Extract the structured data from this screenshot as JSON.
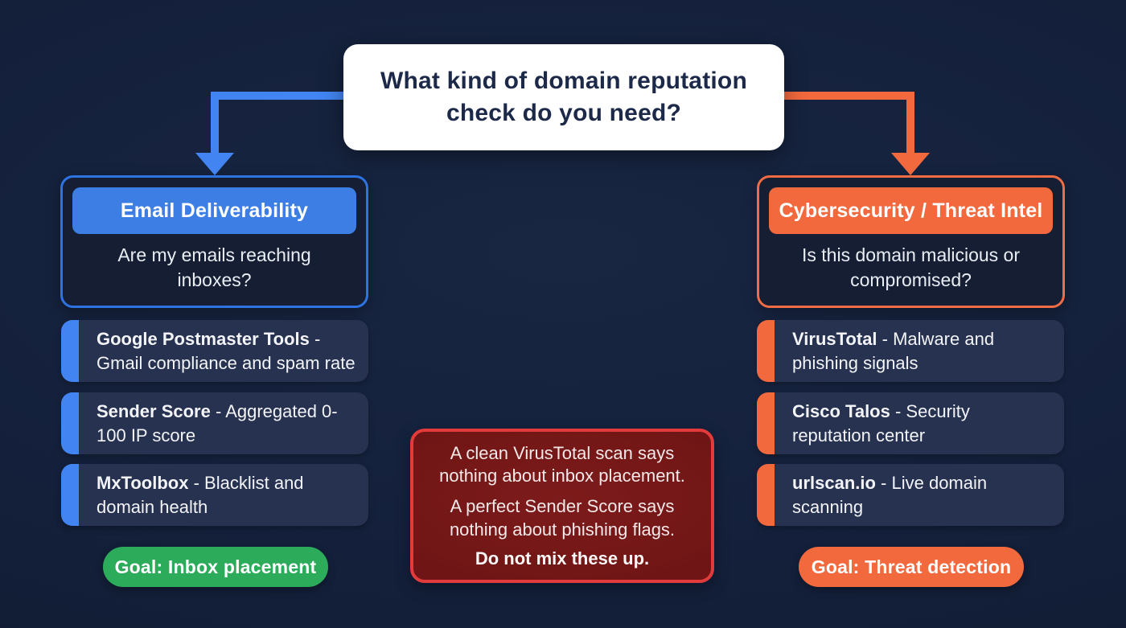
{
  "colors": {
    "background": "#14203B",
    "blue": "#3D7EE4",
    "blue_bright": "#4285F2",
    "blue_border": "#2D73E2",
    "orange": "#F2693E",
    "orange_border": "#EF6C44",
    "green": "#2CAB5B",
    "red_border": "#E23B3B",
    "red_bg": "#701515",
    "card_bg": "#273150",
    "panel_bg": "#161E33",
    "white_box_text": "#1D2949"
  },
  "root_question": {
    "text": "What kind of domain reputation check do you need?"
  },
  "separator": " - ",
  "left_branch": {
    "title": "Email Deliverability",
    "question": "Are my emails reaching inboxes?",
    "tools": [
      {
        "name": "Google Postmaster Tools",
        "separator": " - ",
        "description": "Gmail compliance and spam rate"
      },
      {
        "name": "Sender Score",
        "separator": " - ",
        "description": "Aggregated 0-100 IP score"
      },
      {
        "name": "MxToolbox",
        "separator": " - ",
        "description": "Blacklist and domain health"
      }
    ],
    "goal": "Goal: Inbox placement"
  },
  "right_branch": {
    "title": "Cybersecurity / Threat Intel",
    "question": "Is this domain malicious or compromised?",
    "tools": [
      {
        "name": "VirusTotal",
        "separator": " - ",
        "description": "Malware and phishing signals"
      },
      {
        "name": "Cisco Talos",
        "separator": " - ",
        "description": "Security reputation center"
      },
      {
        "name": "urlscan.io",
        "separator": " - ",
        "description": "Live domain scanning"
      }
    ],
    "goal": "Goal: Threat detection"
  },
  "warning": {
    "line1": "A clean VirusTotal scan says nothing about inbox placement.",
    "line2": "A perfect Sender Score says nothing about phishing flags.",
    "emphasis": "Do not mix these up."
  }
}
